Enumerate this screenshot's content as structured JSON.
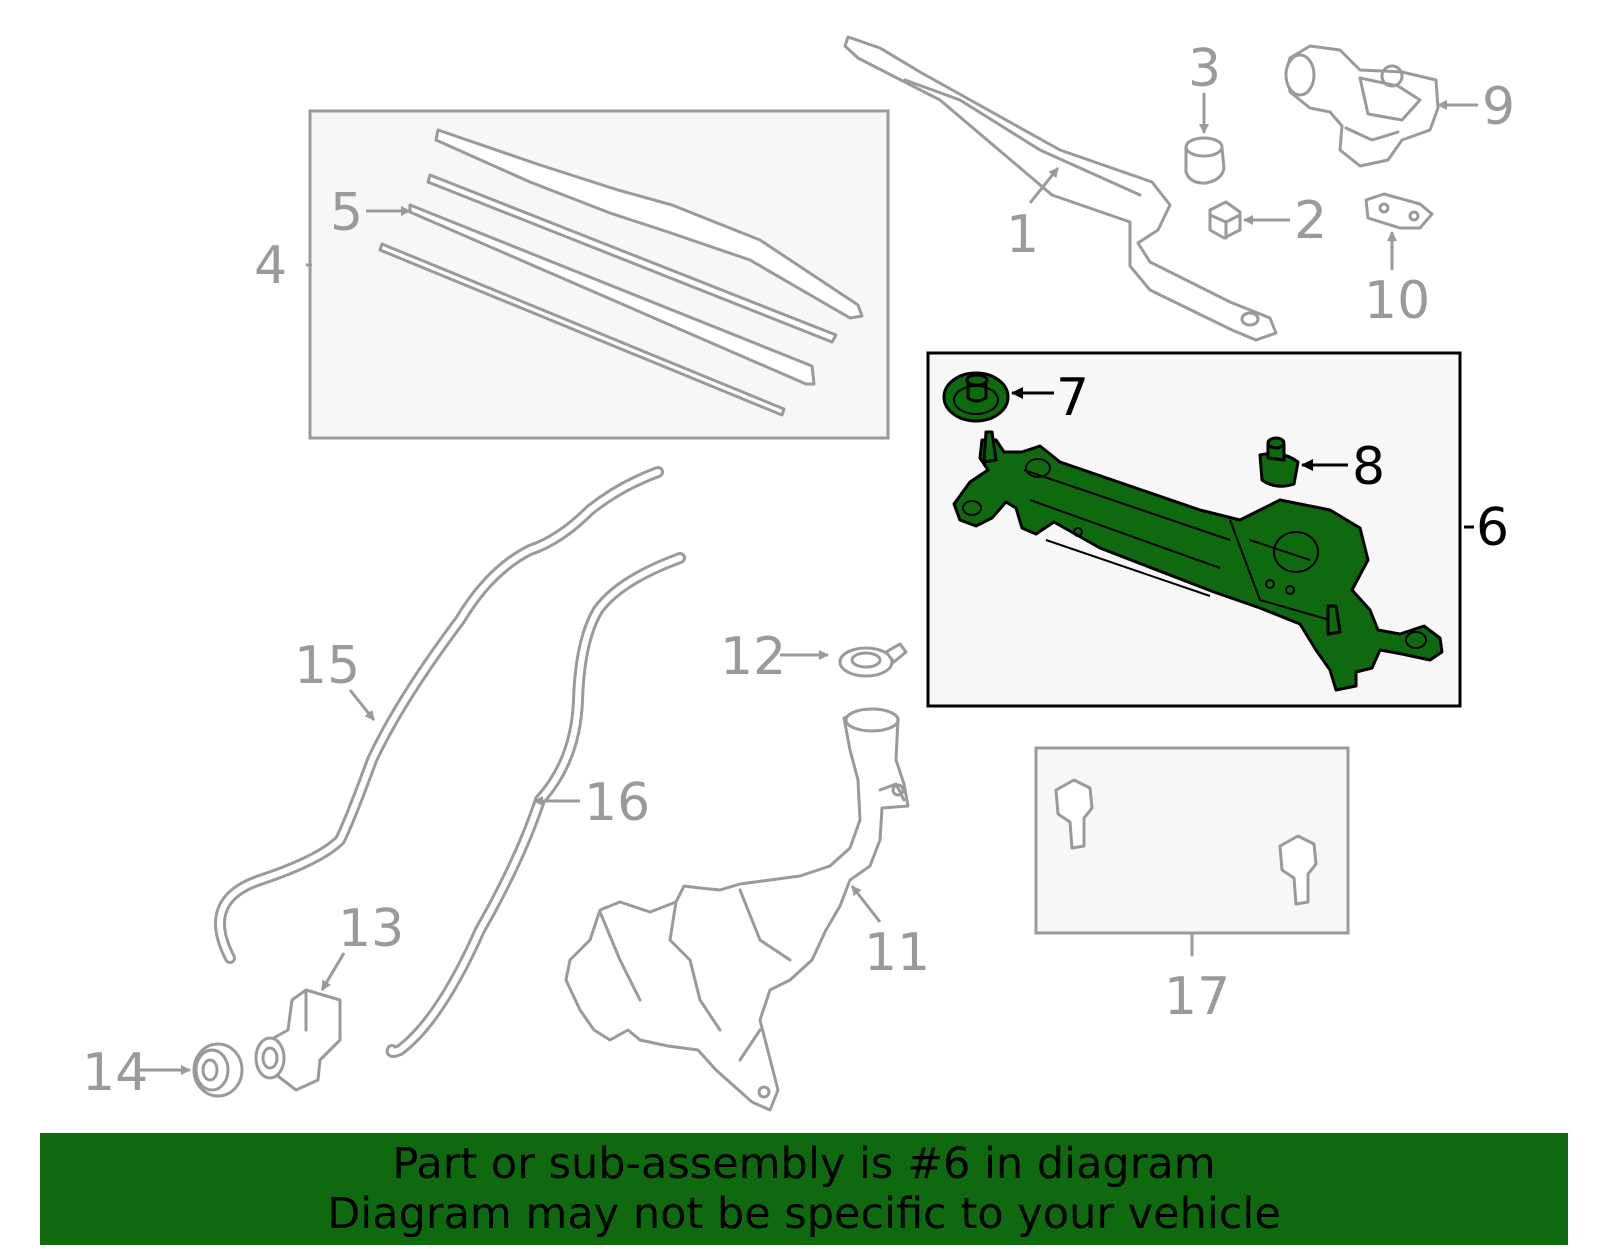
{
  "callouts": {
    "c1": "1",
    "c2": "2",
    "c3": "3",
    "c4": "4",
    "c5": "5",
    "c6": "6",
    "c7": "7",
    "c8": "8",
    "c9": "9",
    "c10": "10",
    "c11": "11",
    "c12": "12",
    "c13": "13",
    "c14": "14",
    "c15": "15",
    "c16": "16",
    "c17": "17"
  },
  "highlight": {
    "part": "6",
    "color": "#0f6a0f",
    "outline": "#000000"
  },
  "parts_color": "#9a9a9a",
  "banner": {
    "line1": "Part or sub-assembly is #6 in diagram",
    "line2": "Diagram may not be specific to your vehicle",
    "background": "#0f6a0f"
  }
}
